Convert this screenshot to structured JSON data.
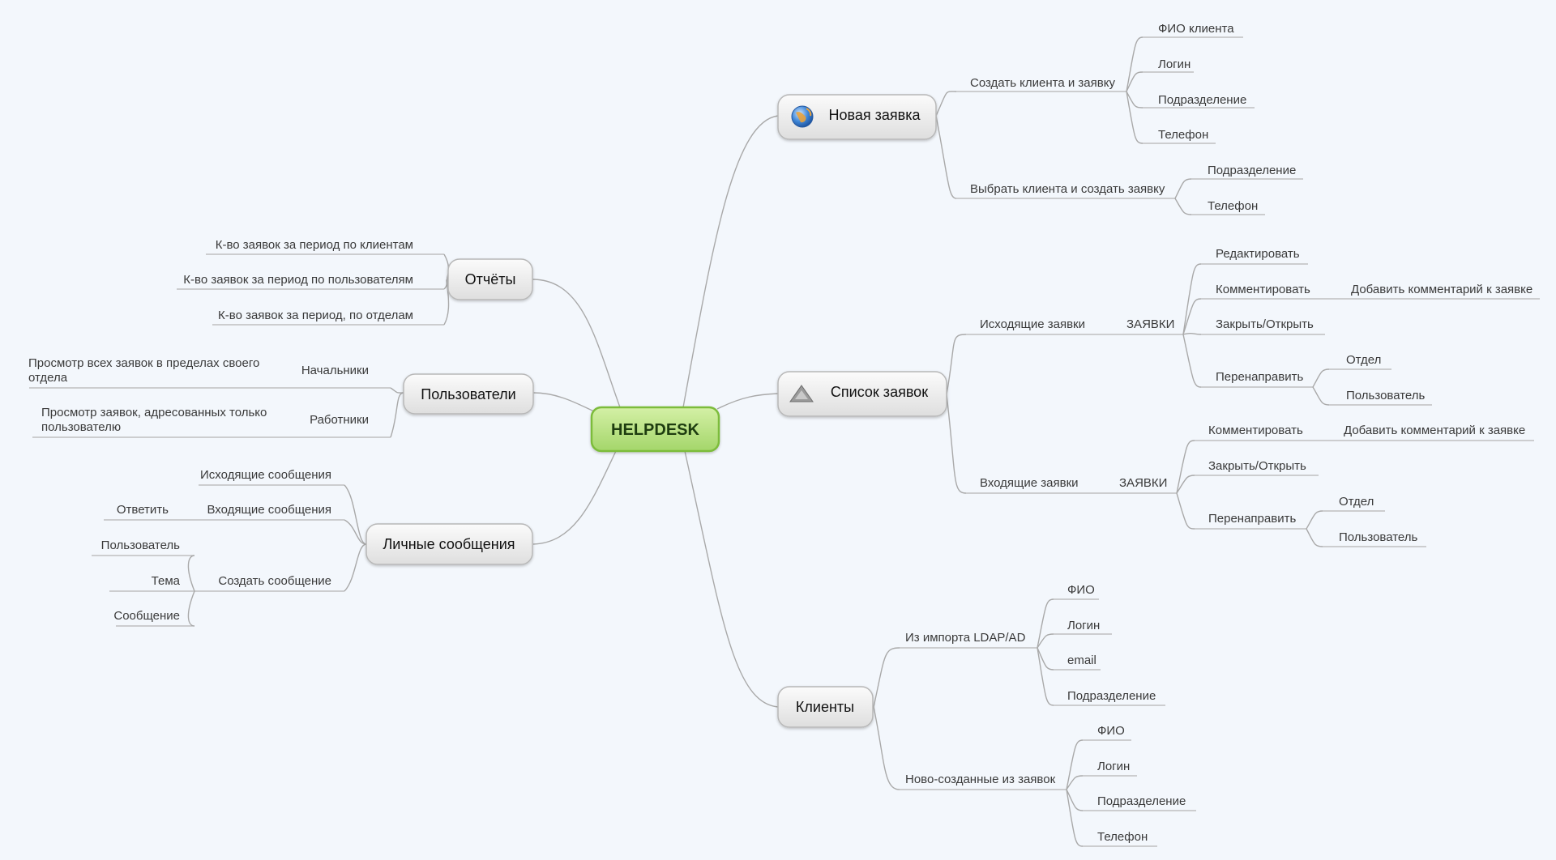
{
  "central_topic": "HELPDESK",
  "branches": {
    "new_request": {
      "title": "Новая заявка",
      "icon": "globe-icon",
      "create_client": {
        "label": "Создать клиента и заявку",
        "items": [
          "ФИО клиента",
          "Логин",
          "Подразделение",
          "Телефон"
        ]
      },
      "choose_client": {
        "label": "Выбрать клиента и создать заявку",
        "items": [
          "Подразделение",
          "Телефон"
        ]
      }
    },
    "request_list": {
      "title": "Список заявок",
      "icon": "warning-triangle-icon",
      "outgoing": {
        "label": "Исходящие заявки",
        "group": "ЗАЯВКИ",
        "edit": "Редактировать",
        "comment": "Комментировать",
        "comment_detail": "Добавить комментарий к заявке",
        "close_open": "Закрыть/Открыть",
        "redirect": "Перенаправить",
        "redirect_items": [
          "Отдел",
          "Пользователь"
        ]
      },
      "incoming": {
        "label": "Входящие заявки",
        "group": "ЗАЯВКИ",
        "comment": "Комментировать",
        "comment_detail": "Добавить комментарий к заявке",
        "close_open": "Закрыть/Открыть",
        "redirect": "Перенаправить",
        "redirect_items": [
          "Отдел",
          "Пользователь"
        ]
      }
    },
    "clients": {
      "title": "Клиенты",
      "ldap": {
        "label": "Из импорта LDAP/AD",
        "items": [
          "ФИО",
          "Логин",
          "email",
          "Подразделение"
        ]
      },
      "new_from_requests": {
        "label": "Ново-созданные из заявок",
        "items": [
          "ФИО",
          "Логин",
          "Подразделение",
          "Телефон"
        ]
      }
    },
    "reports": {
      "title": "Отчёты",
      "items": [
        "К-во заявок за период по клиентам",
        "К-во заявок за период по пользователям",
        "К-во заявок за период, по отделам"
      ]
    },
    "users": {
      "title": "Пользователи",
      "managers": {
        "label": "Начальники",
        "detail": [
          "Просмотр всех заявок в пределах своего",
          "отдела"
        ]
      },
      "workers": {
        "label": "Работники",
        "detail": [
          "Просмотр заявок, адресованных только",
          "пользователю"
        ]
      }
    },
    "messages": {
      "title": "Личные сообщения",
      "outgoing": "Исходящие сообщения",
      "incoming": "Входящие сообщения",
      "reply": "Ответить",
      "create": {
        "label": "Создать сообщение",
        "items": [
          "Пользователь",
          "Тема",
          "Сообщение"
        ]
      }
    }
  },
  "colors": {
    "background": "#f3f7fc",
    "central_fill": "#b7e07f",
    "central_border": "#7cbc3a",
    "central_text": "#1e3d10",
    "topic_fill": "#ececec",
    "topic_border": "#b7b7b7",
    "line": "#a9a9a9"
  }
}
